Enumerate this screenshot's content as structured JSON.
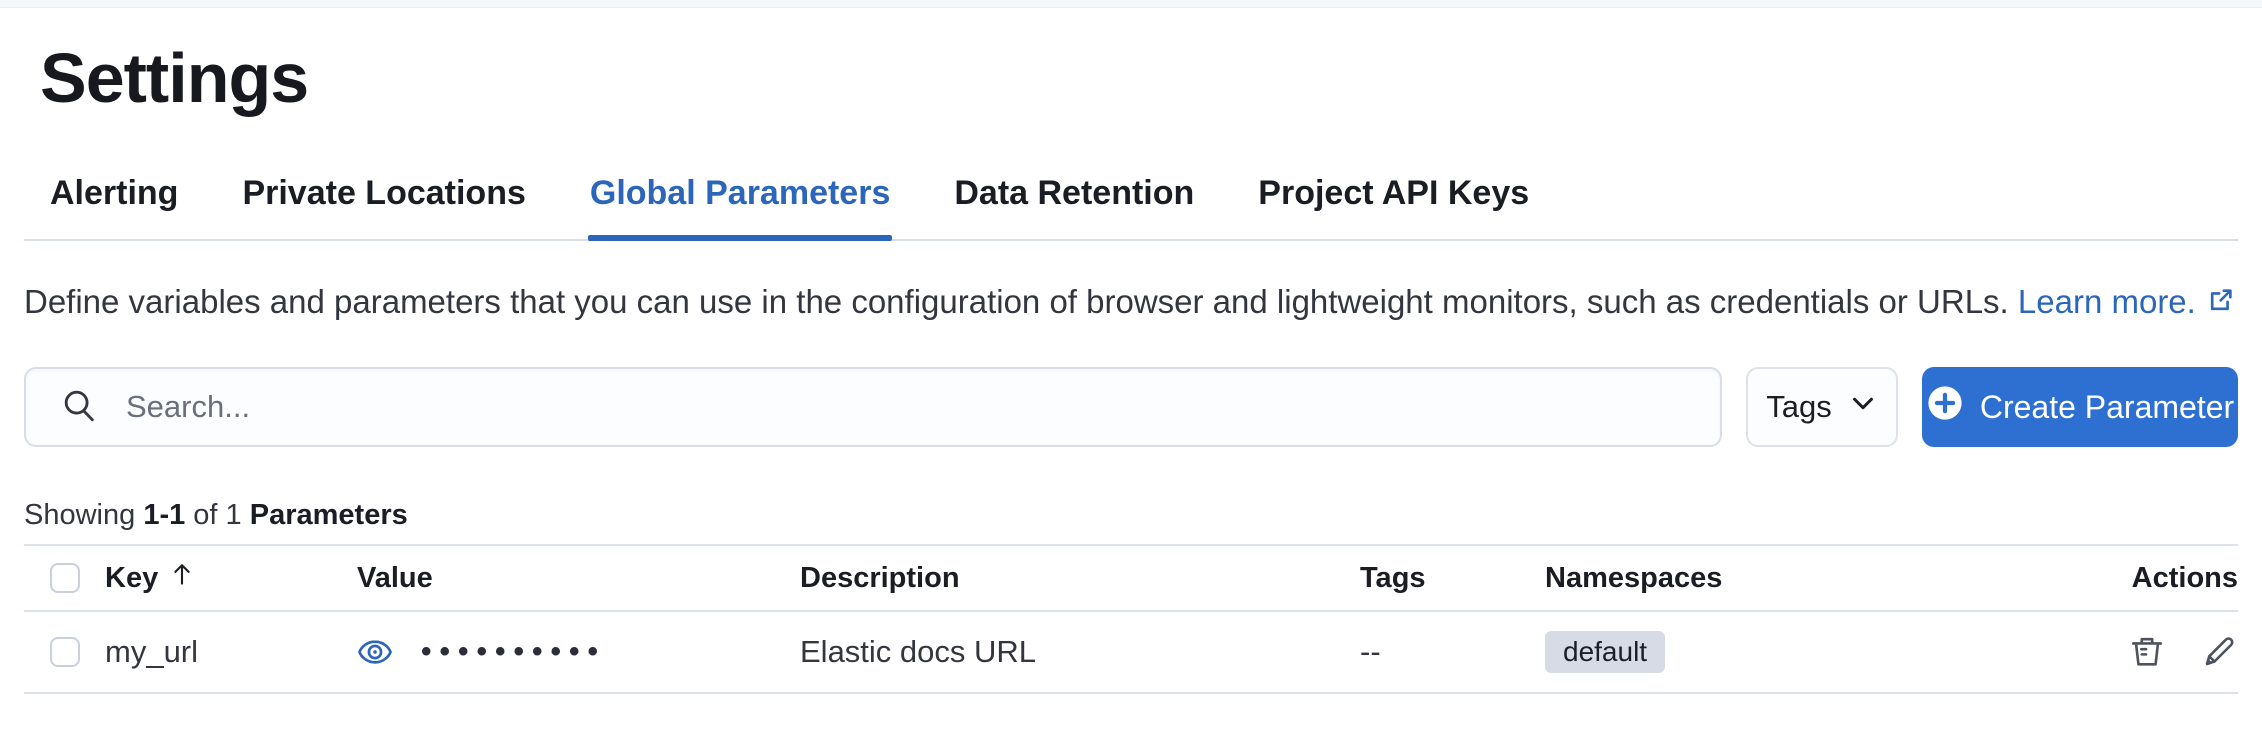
{
  "page": {
    "title": "Settings"
  },
  "tabs": [
    {
      "label": "Alerting",
      "active": false
    },
    {
      "label": "Private Locations",
      "active": false
    },
    {
      "label": "Global Parameters",
      "active": true
    },
    {
      "label": "Data Retention",
      "active": false
    },
    {
      "label": "Project API Keys",
      "active": false
    }
  ],
  "description": {
    "text": "Define variables and parameters that you can use in the configuration of browser and lightweight monitors, such as credentials or URLs.",
    "link_label": "Learn more.",
    "link_icon": "external-link-icon"
  },
  "toolbar": {
    "search_placeholder": "Search...",
    "search_value": "",
    "search_icon": "search-icon",
    "tags_label": "Tags",
    "tags_icon": "chevron-down-icon",
    "create_label": "Create Parameter",
    "create_icon": "plus-in-circle-icon"
  },
  "summary": {
    "prefix": "Showing",
    "range": "1-1",
    "middle": "of 1",
    "entity": "Parameters"
  },
  "table": {
    "headers": {
      "key": "Key",
      "key_sort_icon": "sort-ascending-arrow-icon",
      "value": "Value",
      "description": "Description",
      "tags": "Tags",
      "namespaces": "Namespaces",
      "actions": "Actions"
    },
    "rows": [
      {
        "key": "my_url",
        "value_masked": "••••••••••",
        "value_icon": "eye-icon",
        "description": "Elastic docs URL",
        "tags": "--",
        "namespace": "default",
        "action_icons": [
          "trash-icon",
          "pencil-icon"
        ]
      }
    ]
  },
  "colors": {
    "accent_blue": "#2c66bb",
    "button_blue": "#2e70d2",
    "text_primary": "#1b1d24",
    "text_body": "#33353f",
    "text_subdued": "#69707d",
    "border_light": "#dde1eb",
    "badge_bg": "#d6dbe6"
  }
}
